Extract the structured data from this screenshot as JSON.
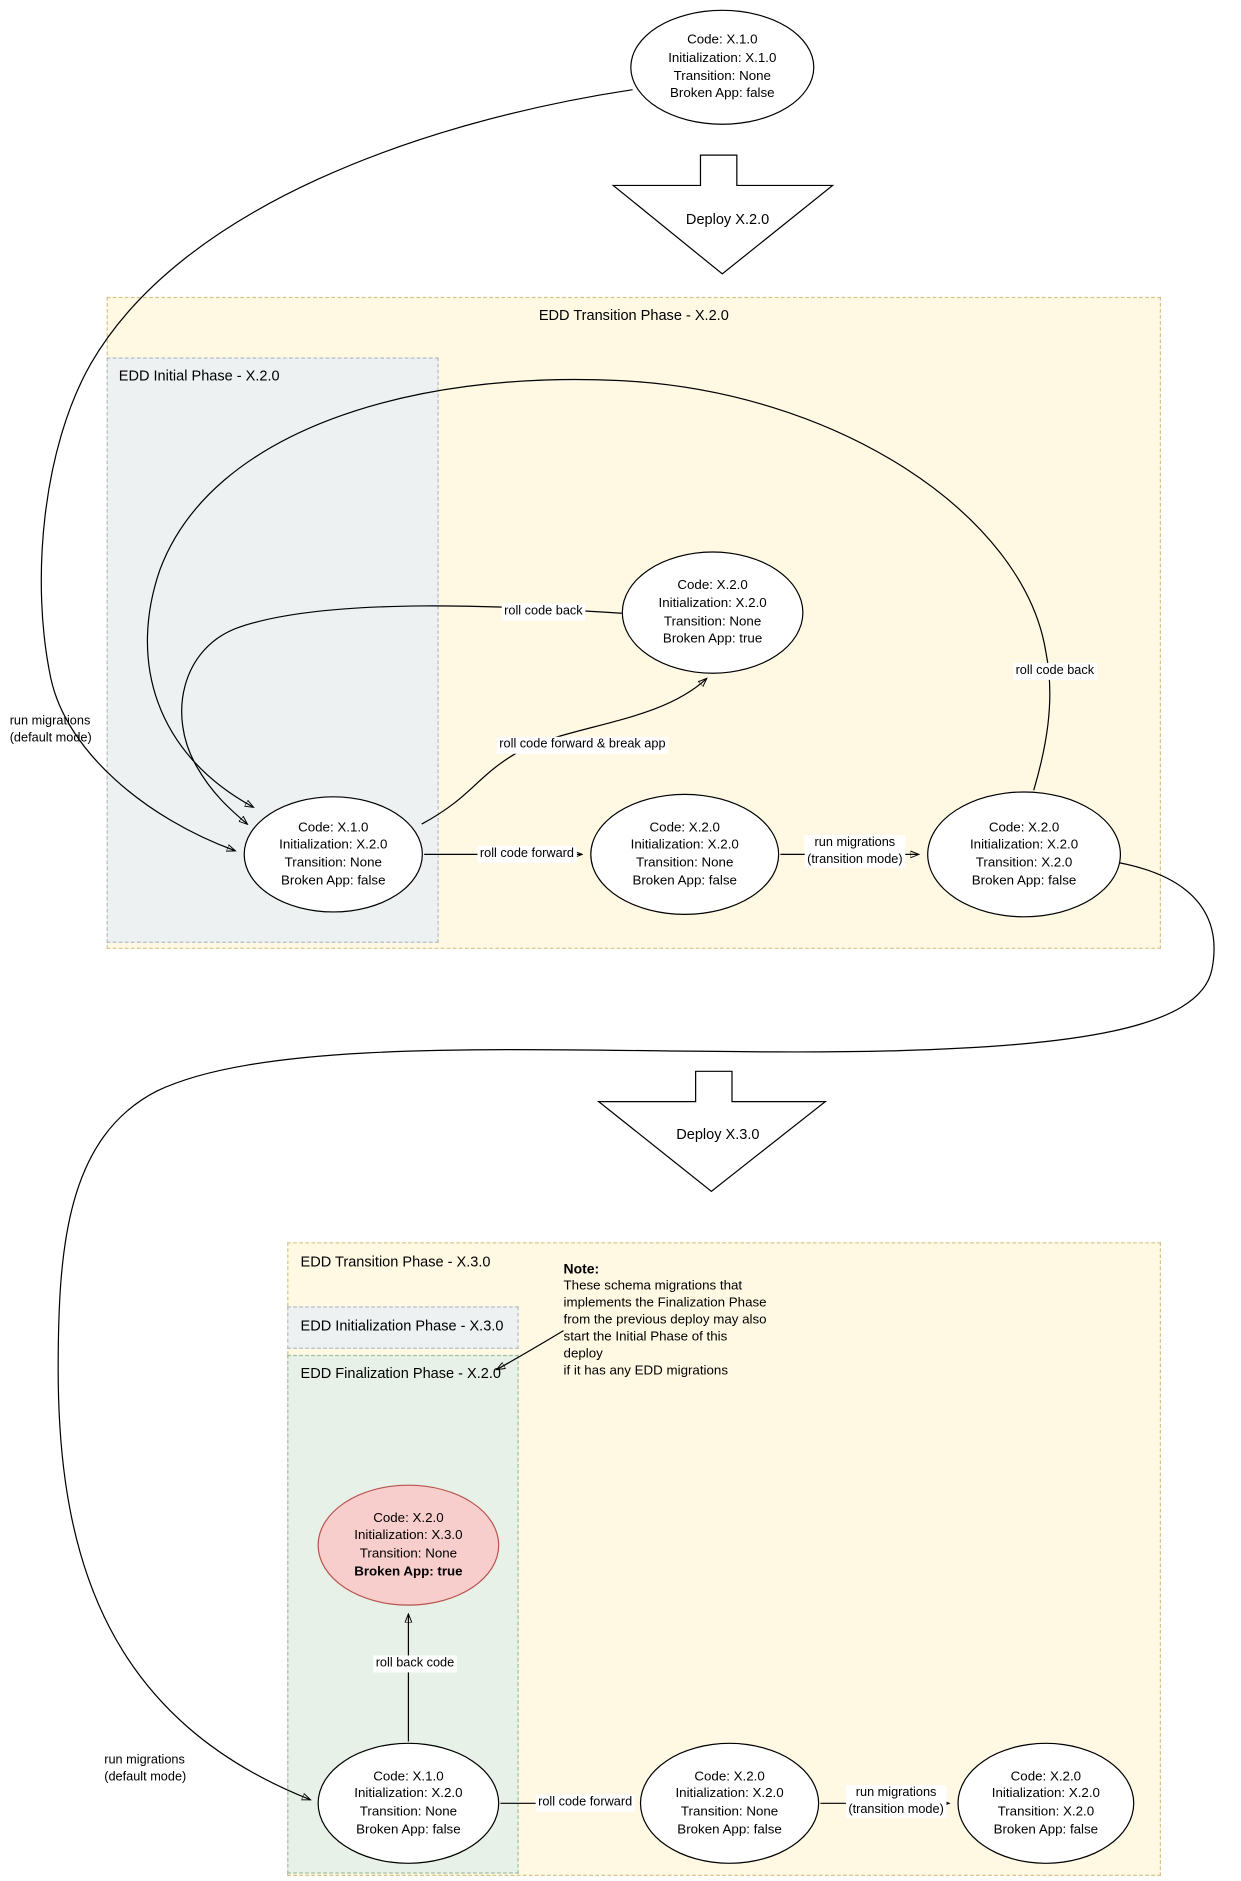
{
  "regions": {
    "transition2": {
      "label": "EDD Transition Phase - X.2.0"
    },
    "initial2": {
      "label": "EDD Initial Phase - X.2.0"
    },
    "transition3": {
      "label": "EDD Transition Phase - X.3.0"
    },
    "initialization3": {
      "label": "EDD Initialization Phase - X.3.0"
    },
    "finalization2": {
      "label": "EDD Finalization Phase - X.2.0"
    }
  },
  "deploy_arrows": {
    "deploy2": {
      "label": "Deploy X.2.0"
    },
    "deploy3": {
      "label": "Deploy X.3.0"
    }
  },
  "nodes": {
    "start": {
      "lines": [
        "Code: X.1.0",
        "Initialization: X.1.0",
        "Transition: None",
        "Broken App: false"
      ]
    },
    "t2_broken": {
      "lines": [
        "Code: X.2.0",
        "Initialization: X.2.0",
        "Transition: None",
        "Broken App: true"
      ]
    },
    "t2_initial": {
      "lines": [
        "Code: X.1.0",
        "Initialization: X.2.0",
        "Transition: None",
        "Broken App: false"
      ]
    },
    "t2_rolled": {
      "lines": [
        "Code: X.2.0",
        "Initialization: X.2.0",
        "Transition: None",
        "Broken App: false"
      ]
    },
    "t2_migrated": {
      "lines": [
        "Code: X.2.0",
        "Initialization: X.2.0",
        "Transition: X.2.0",
        "Broken App: false"
      ]
    },
    "t3_broken": {
      "lines": [
        "Code: X.2.0",
        "Initialization: X.3.0",
        "Transition: None",
        "Broken App: true"
      ]
    },
    "t3_initial": {
      "lines": [
        "Code: X.1.0",
        "Initialization: X.2.0",
        "Transition: None",
        "Broken App: false"
      ]
    },
    "t3_rolled": {
      "lines": [
        "Code: X.2.0",
        "Initialization: X.2.0",
        "Transition: None",
        "Broken App: false"
      ]
    },
    "t3_migrated": {
      "lines": [
        "Code: X.2.0",
        "Initialization: X.2.0",
        "Transition: X.2.0",
        "Broken App: false"
      ]
    }
  },
  "edges": {
    "run_migrations_default_2": "run migrations\n(default mode)",
    "roll_code_back_mid": "roll code back",
    "roll_forward_break": "roll code forward & break app",
    "roll_code_forward_2": "roll code forward",
    "run_migrations_transition_2": "run migrations\n(transition mode)",
    "roll_code_back_right": "roll code back",
    "run_migrations_default_3": "run migrations\n(default mode)",
    "roll_back_code_3": "roll back code",
    "roll_code_forward_3": "roll code forward",
    "run_migrations_transition_3": "run migrations\n(transition mode)"
  },
  "note": {
    "title": "Note:",
    "body": "These schema migrations that\nimplements the Finalization Phase\nfrom the previous deploy may also\nstart the Initial Phase of this deploy\nif it has any EDD migrations"
  },
  "colors": {
    "region_yellow": "#FFF8E3",
    "region_gray": "#EDF1F2",
    "region_green": "#E8F1E8",
    "broken_fill": "#F8CECC",
    "broken_border": "#B85450"
  }
}
